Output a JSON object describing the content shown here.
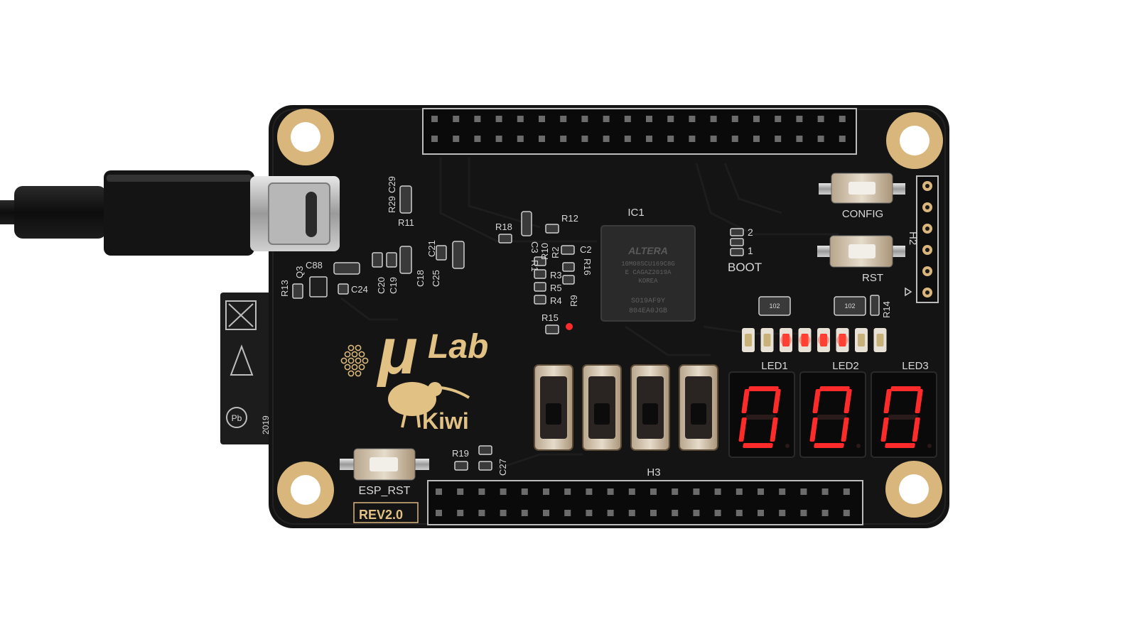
{
  "board": {
    "brand_mu": "μ",
    "brand_lab": "Lab",
    "brand_kiwi": "Kiwi",
    "revision": "REV2.0"
  },
  "labels": {
    "ic1": "IC1",
    "config": "CONFIG",
    "rst": "RST",
    "boot": "BOOT",
    "boot_pin2": "2",
    "boot_pin1": "1",
    "esp_rst": "ESP_RST",
    "h2": "H2",
    "h3": "H3",
    "led1": "LED1",
    "led2": "LED2",
    "led3": "LED3",
    "year": "2019",
    "chip_brand": "ALTERA",
    "chip_line1": "10M08SCU169C8G",
    "chip_line2": "E CAGAZ2019A",
    "chip_line3": "KOREA",
    "chip_line4": "SO19AF9Y",
    "chip_line5": "804EA0JGB"
  },
  "components": [
    {
      "id": "c_r13",
      "text": "R13"
    },
    {
      "id": "c_q3",
      "text": "Q3"
    },
    {
      "id": "c_c88",
      "text": "C88"
    },
    {
      "id": "c_c24",
      "text": "C24"
    },
    {
      "id": "c_c20",
      "text": "C20"
    },
    {
      "id": "c_c19",
      "text": "C19"
    },
    {
      "id": "c_c18",
      "text": "C18"
    },
    {
      "id": "c_c25",
      "text": "C25"
    },
    {
      "id": "c_c21",
      "text": "C21"
    },
    {
      "id": "c_r11",
      "text": "R11"
    },
    {
      "id": "c_r29",
      "text": "R29"
    },
    {
      "id": "c_c29",
      "text": "C29"
    },
    {
      "id": "c_r18",
      "text": "R18"
    },
    {
      "id": "c_r12",
      "text": "R12"
    },
    {
      "id": "c_c3",
      "text": "C3"
    },
    {
      "id": "c_r1",
      "text": "R1"
    },
    {
      "id": "c_r10",
      "text": "R10"
    },
    {
      "id": "c_r2",
      "text": "R2"
    },
    {
      "id": "c_r3",
      "text": "R3"
    },
    {
      "id": "c_r5",
      "text": "R5"
    },
    {
      "id": "c_r4",
      "text": "R4"
    },
    {
      "id": "c_r9",
      "text": "R9"
    },
    {
      "id": "c_r16",
      "text": "R16"
    },
    {
      "id": "c_c2",
      "text": "C2"
    },
    {
      "id": "c_r15",
      "text": "R15"
    },
    {
      "id": "c_r14",
      "text": "R14"
    },
    {
      "id": "c_r19",
      "text": "R19"
    },
    {
      "id": "c_c27",
      "text": "C27"
    },
    {
      "id": "c_102a",
      "text": "102"
    },
    {
      "id": "c_102b",
      "text": "102"
    }
  ],
  "seven_segment": {
    "digits": [
      "0",
      "0",
      "0"
    ],
    "color": "#ff2a2a"
  },
  "switches": {
    "count": 4
  },
  "leds_row": {
    "count": 8,
    "lit": [
      false,
      false,
      true,
      true,
      true,
      true,
      false,
      false
    ]
  },
  "colors": {
    "pcb": "#151515",
    "gold": "#d9b77c",
    "segment_on": "#ff2a2a"
  }
}
